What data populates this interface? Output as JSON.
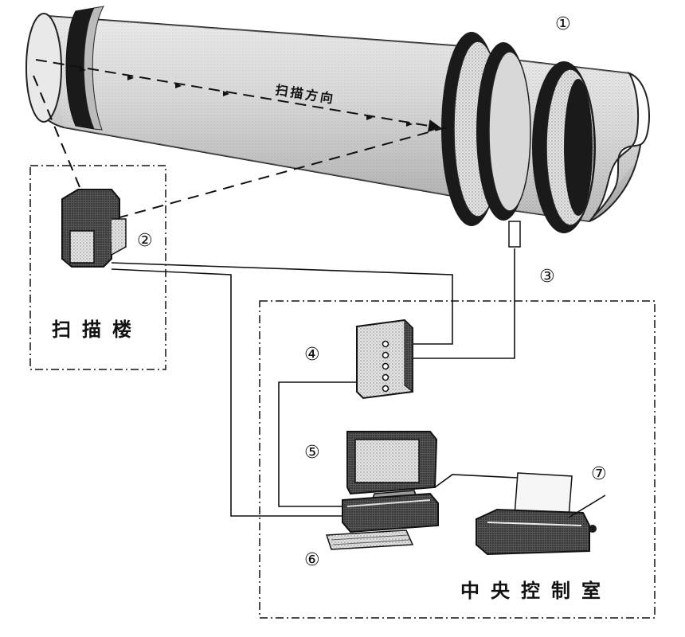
{
  "labels": {
    "scan_direction": "扫描方向",
    "scan_building": "扫描楼",
    "central_control_room": "中央控制室"
  },
  "markers": [
    "①",
    "②",
    "③",
    "④",
    "⑤",
    "⑥",
    "⑦"
  ],
  "colors": {
    "ink": "#111111",
    "paper": "#ffffff",
    "shade": "#bdbdbd",
    "dark": "#1a1a1a"
  }
}
